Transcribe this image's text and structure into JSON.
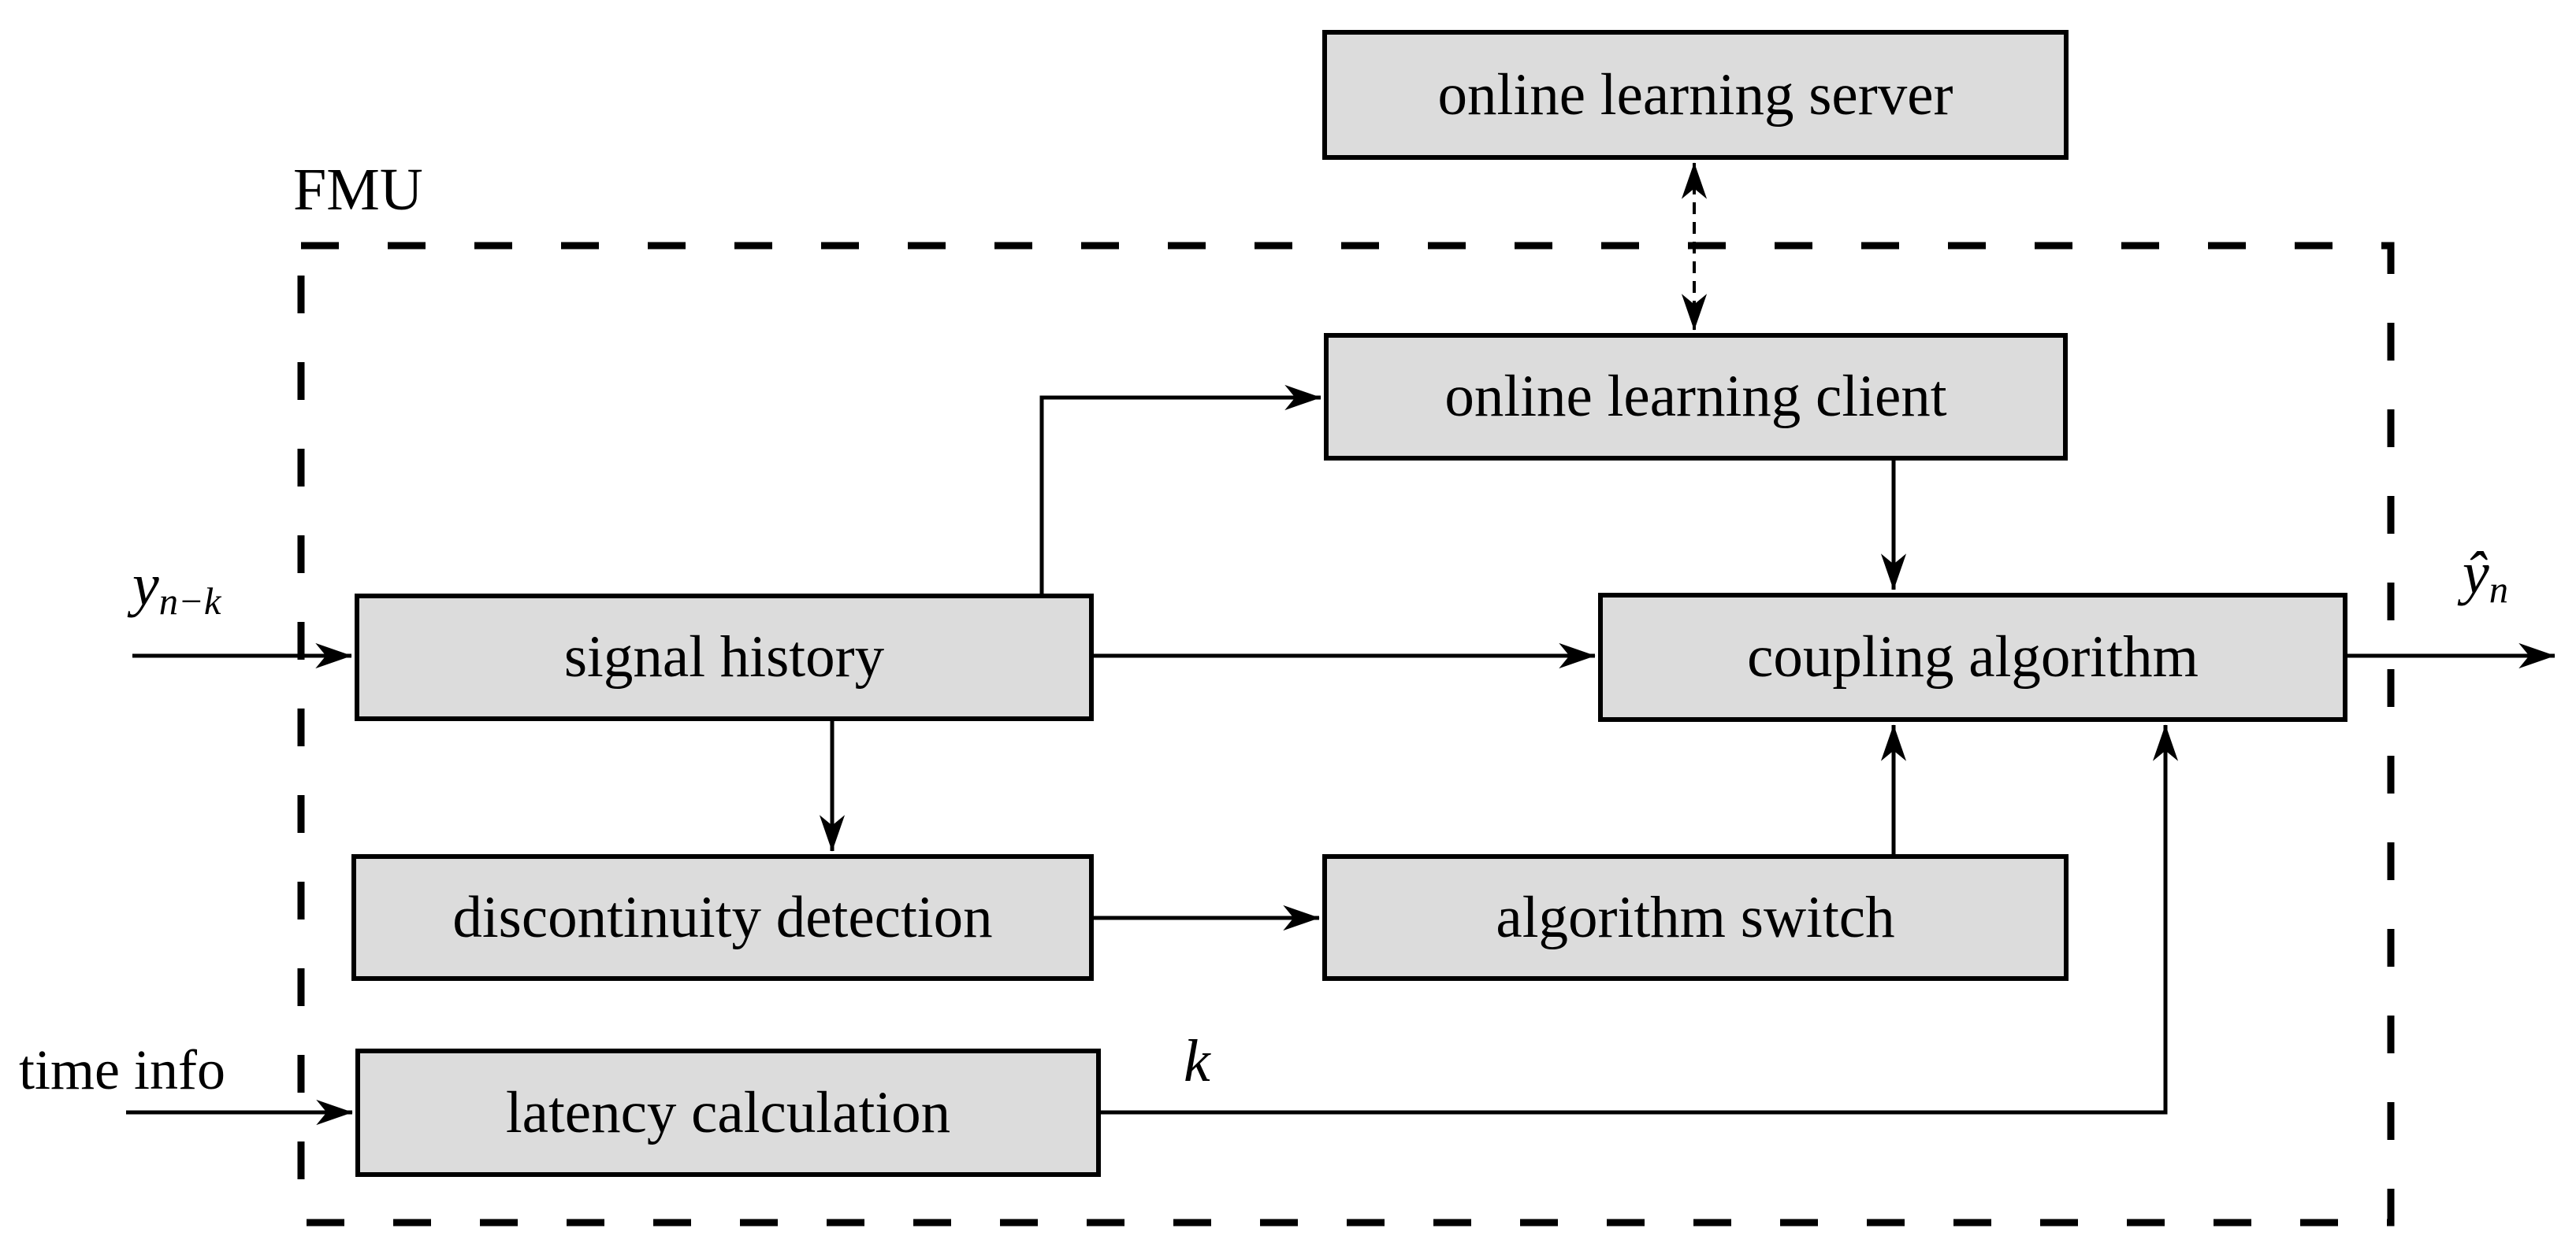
{
  "diagram": {
    "container_label": "FMU",
    "nodes": [
      {
        "id": "online-learning-server",
        "label": "online learning server"
      },
      {
        "id": "online-learning-client",
        "label": "online learning client"
      },
      {
        "id": "signal-history",
        "label": "signal history"
      },
      {
        "id": "coupling-algorithm",
        "label": "coupling algorithm"
      },
      {
        "id": "discontinuity-detection",
        "label": "discontinuity detection"
      },
      {
        "id": "algorithm-switch",
        "label": "algorithm switch"
      },
      {
        "id": "latency-calculation",
        "label": "latency calculation"
      }
    ],
    "labels": {
      "input_signal": {
        "base": "y",
        "sub": "n−k"
      },
      "output_signal": {
        "base": "ŷ",
        "sub": "n"
      },
      "time_input": "time info",
      "latency_output": "k"
    },
    "edges": [
      {
        "from": "external-input",
        "to": "signal-history",
        "label": "y_(n−k)",
        "style": "solid",
        "bidirectional": false
      },
      {
        "from": "signal-history",
        "to": "coupling-algorithm",
        "style": "solid",
        "bidirectional": false
      },
      {
        "from": "signal-history",
        "to": "online-learning-client",
        "style": "solid",
        "bidirectional": false
      },
      {
        "from": "online-learning-server",
        "to": "online-learning-client",
        "style": "dashed",
        "bidirectional": true
      },
      {
        "from": "online-learning-client",
        "to": "coupling-algorithm",
        "style": "solid",
        "bidirectional": false
      },
      {
        "from": "signal-history",
        "to": "discontinuity-detection",
        "style": "solid",
        "bidirectional": false
      },
      {
        "from": "discontinuity-detection",
        "to": "algorithm-switch",
        "style": "solid",
        "bidirectional": false
      },
      {
        "from": "algorithm-switch",
        "to": "coupling-algorithm",
        "style": "solid",
        "bidirectional": false
      },
      {
        "from": "latency-calculation",
        "to": "coupling-algorithm",
        "label": "k",
        "style": "solid",
        "bidirectional": false
      },
      {
        "from": "coupling-algorithm",
        "to": "external-output",
        "label": "ŷ_n",
        "style": "solid",
        "bidirectional": false
      },
      {
        "from": "time-info",
        "to": "latency-calculation",
        "label": "time info",
        "style": "solid",
        "bidirectional": false
      }
    ],
    "colors": {
      "background": "#ffffff",
      "box_fill": "#dcdcdc",
      "box_border": "#000000",
      "line": "#000000",
      "text": "#000000"
    }
  }
}
